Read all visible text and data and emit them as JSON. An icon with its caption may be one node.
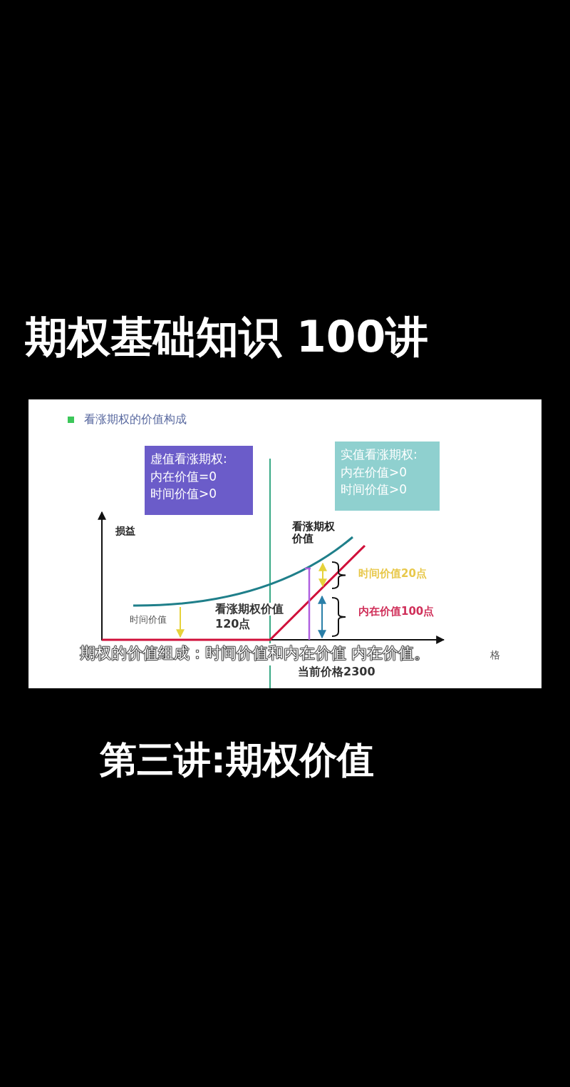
{
  "diagram": {
    "title": "期权基础知识 100讲",
    "nodes": [
      {
        "text": [
          "虚值看涨期权:",
          "内在价值=0",
          "时间价值>0"
        ]
      },
      {
        "text": [
          "实值看涨期权:",
          "内在价值>0",
          "时间价值>0"
        ]
      }
    ],
    "edges": [],
    "labels": [
      "看涨期权的价值构成",
      "损益",
      "看涨期权价值",
      "时间价值20点",
      "时间价值",
      "看涨期权价值",
      "120点",
      "内在价值100点",
      "格",
      "当前价格2300",
      "期权的价值组成：时间价值和内在价值 内在价值。",
      "第三讲:期权价值"
    ]
  }
}
